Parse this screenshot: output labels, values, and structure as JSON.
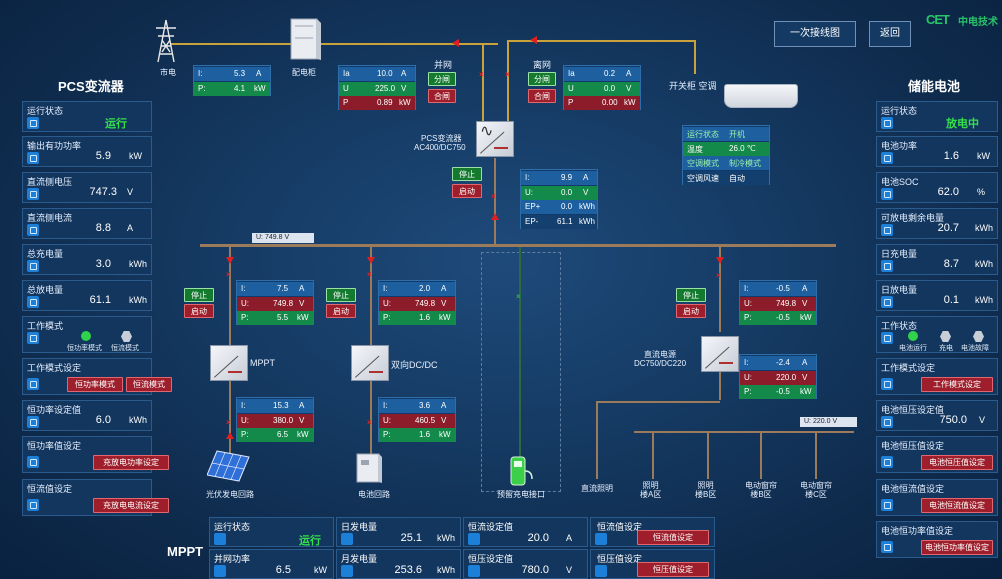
{
  "header": {
    "logo_text": "中电技术",
    "btn_one_line": "一次接线图",
    "btn_back": "返回"
  },
  "left": {
    "title": "PCS变流器",
    "status": {
      "label": "运行状态",
      "value": "运行"
    },
    "out_power": {
      "label": "输出有功功率",
      "value": "5.9",
      "unit": "kW"
    },
    "dc_voltage": {
      "label": "直流侧电压",
      "value": "747.3",
      "unit": "V"
    },
    "dc_current": {
      "label": "直流侧电流",
      "value": "8.8",
      "unit": "A"
    },
    "total_charge": {
      "label": "总充电量",
      "value": "3.0",
      "unit": "kWh"
    },
    "total_discharge": {
      "label": "总放电量",
      "value": "61.1",
      "unit": "kWh"
    },
    "work_mode": {
      "label": "工作模式",
      "opt1": "恒功率模式",
      "opt2": "恒流模式"
    },
    "work_mode_set": {
      "label": "工作模式设定",
      "btn1": "恒功率模式",
      "btn2": "恒流模式"
    },
    "const_power": {
      "label": "恒功率设定值",
      "value": "6.0",
      "unit": "kWh"
    },
    "const_power_set": {
      "label": "恒功率值设定",
      "btn": "充放电功率设定"
    },
    "const_current_set": {
      "label": "恒流值设定",
      "btn": "充放电电流设定"
    }
  },
  "right": {
    "title": "储能电池",
    "status": {
      "label": "运行状态",
      "value": "放电中"
    },
    "power": {
      "label": "电池功率",
      "value": "1.6",
      "unit": "kW"
    },
    "soc": {
      "label": "电池SOC",
      "value": "62.0",
      "unit": "%"
    },
    "remain": {
      "label": "可放电剩余电量",
      "value": "20.7",
      "unit": "kWh"
    },
    "day_charge": {
      "label": "日充电量",
      "value": "8.7",
      "unit": "kWh"
    },
    "day_discharge": {
      "label": "日放电量",
      "value": "0.1",
      "unit": "kWh"
    },
    "work_state": {
      "label": "工作状态",
      "opt1": "电池运行",
      "opt2": "充电",
      "opt3": "电池故障"
    },
    "mode_set": {
      "label": "工作模式设定",
      "btn": "工作模式设定"
    },
    "cv_value": {
      "label": "电池恒压设定值",
      "value": "750.0",
      "unit": "V"
    },
    "cv_set": {
      "label": "电池恒压值设定",
      "btn": "电池恒压值设定"
    },
    "cc_set": {
      "label": "电池恒流值设定",
      "btn": "电池恒流值设定"
    },
    "cp_set": {
      "label": "电池恒功率值设定",
      "btn": "电池恒功率值设定"
    }
  },
  "top": {
    "grid_label": "市电",
    "transformer_label": "配电柜",
    "ac_label": "开关柜 空调",
    "grid_meter": {
      "i": "5.3",
      "i_unit": "A",
      "v": "4.1",
      "v_unit": "kW"
    },
    "grid_conn": {
      "title": "并网",
      "btn1": "分闸",
      "btn2": "合闸",
      "ia": "10.0",
      "ia_unit": "A",
      "u": "225.0",
      "u_unit": "V",
      "p": "0.89",
      "p_unit": "kW",
      "k1": "Ia",
      "k2": "U",
      "k3": "P"
    },
    "off_grid": {
      "title": "离网",
      "btn1": "分闸",
      "btn2": "合闸",
      "ia": "0.2",
      "ia_unit": "A",
      "u": "0.0",
      "u_unit": "V",
      "p": "0.00",
      "p_unit": "kW",
      "k1": "Ia",
      "k2": "U",
      "k3": "P"
    }
  },
  "pcs": {
    "label1": "PCS变流器",
    "label2": "AC400/DC750",
    "btn_stop": "停止",
    "btn_start": "启动",
    "i": "9.9",
    "i_unit": "A",
    "u": "0.0",
    "u_unit": "V",
    "ep1": "0.0",
    "ep1_unit": "kWh",
    "ep2": "61.1",
    "ep2_unit": "kWh",
    "ep1_key": "EP+",
    "ep2_key": "EP-"
  },
  "ac": {
    "r1k": "运行状态",
    "r1v": "开机",
    "r2k": "温度",
    "r2v": "26.0 ℃",
    "r3k": "空调模式",
    "r3v": "制冷模式",
    "r4k": "空调风速",
    "r4v": "自动"
  },
  "bus": {
    "label": "U:",
    "value": "749.8",
    "unit": "V"
  },
  "bus2": {
    "label": "U:",
    "value": "220.0",
    "unit": "V"
  },
  "mppt": {
    "label": "MPPT",
    "btn_stop": "停止",
    "btn_start": "启动",
    "i": "7.5",
    "i_unit": "A",
    "u": "749.8",
    "u_unit": "V",
    "p": "5.5",
    "p_unit": "kW",
    "i2": "15.3",
    "i2_unit": "A",
    "u2": "380.0",
    "u2_unit": "V",
    "p2": "6.5",
    "p2_unit": "kW",
    "pv_label": "光伏发电回路"
  },
  "bidc": {
    "label": "双向DC/DC",
    "btn_stop": "停止",
    "btn_start": "启动",
    "i": "2.0",
    "i_unit": "A",
    "u": "749.8",
    "u_unit": "V",
    "p": "1.6",
    "p_unit": "kW",
    "i2": "3.6",
    "i2_unit": "A",
    "u2": "460.5",
    "u2_unit": "V",
    "p2": "1.6",
    "p2_unit": "kW",
    "batt_label": "电池回路"
  },
  "ev": {
    "label": "预留充电接口"
  },
  "dcpower": {
    "label1": "直流电源",
    "label2": "DC750/DC220",
    "btn_stop": "停止",
    "btn_start": "启动",
    "i": "-0.5",
    "i_unit": "A",
    "u": "749.8",
    "u_unit": "V",
    "p": "-0.5",
    "p_unit": "kW",
    "i2": "-2.4",
    "i2_unit": "A",
    "u2": "220.0",
    "u2_unit": "V",
    "p2": "-0.5",
    "p2_unit": "kW"
  },
  "loads": [
    "直流照明",
    "照明\n楼A区",
    "照明\n楼B区",
    "电动窗帘\n楼B区",
    "电动窗帘\n楼C区"
  ],
  "bottom": {
    "title": "MPPT",
    "status": {
      "label": "运行状态",
      "value": "运行"
    },
    "power": {
      "label": "并网功率",
      "value": "6.5",
      "unit": "kW"
    },
    "day_gen": {
      "label": "日发电量",
      "value": "25.1",
      "unit": "kWh"
    },
    "month_gen": {
      "label": "月发电量",
      "value": "253.6",
      "unit": "kWh"
    },
    "cc": {
      "label": "恒流设定值",
      "value": "20.0",
      "unit": "A"
    },
    "cv": {
      "label": "恒压设定值",
      "value": "780.0",
      "unit": "V"
    },
    "cc_set": {
      "label": "恒流值设定",
      "btn": "恒流值设定"
    },
    "cv_set": {
      "label": "恒压值设定",
      "btn": "恒压值设定"
    }
  }
}
